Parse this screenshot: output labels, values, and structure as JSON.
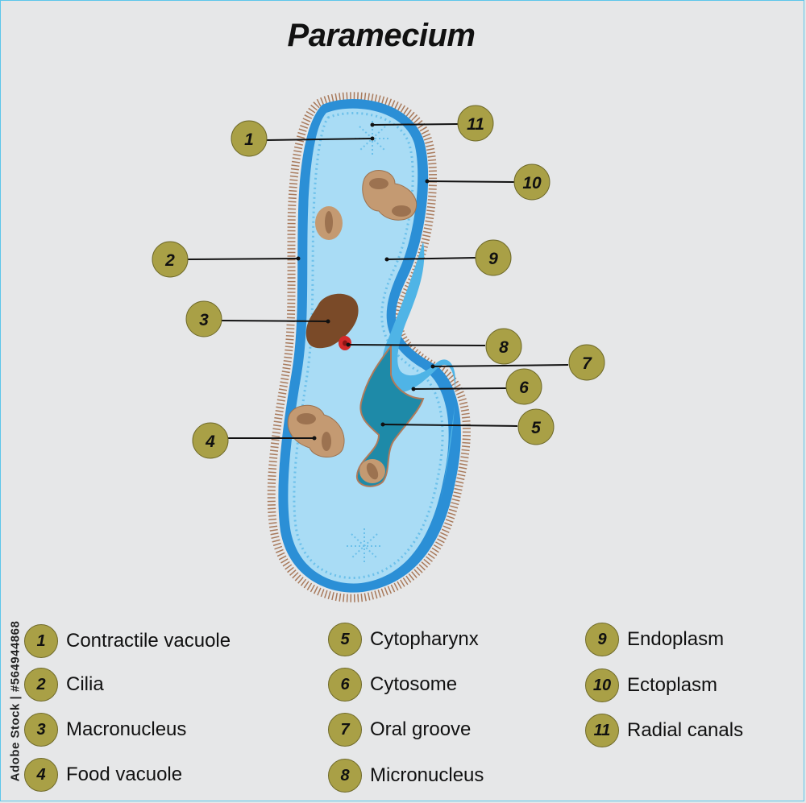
{
  "title": "Paramecium",
  "side_id": "Adobe Stock | #564944868",
  "colors": {
    "background": "#e6e7e8",
    "badge": "#a9a046",
    "ectoplasm": "#2b8fd6",
    "endoplasm": "#a9dcf5",
    "cytopharynx": "#1e8aa8",
    "food_vacuole": "#c49a72",
    "macronucleus": "#7a4a28",
    "micronucleus": "#d42a2a"
  },
  "callouts": [
    {
      "num": "1"
    },
    {
      "num": "2"
    },
    {
      "num": "3"
    },
    {
      "num": "4"
    },
    {
      "num": "5"
    },
    {
      "num": "6"
    },
    {
      "num": "7"
    },
    {
      "num": "8"
    },
    {
      "num": "9"
    },
    {
      "num": "10"
    },
    {
      "num": "11"
    }
  ],
  "legend": [
    {
      "num": "1",
      "label": "Contractile vacuole"
    },
    {
      "num": "2",
      "label": "Cilia"
    },
    {
      "num": "3",
      "label": "Macronucleus"
    },
    {
      "num": "4",
      "label": "Food vacuole"
    },
    {
      "num": "5",
      "label": "Cytopharynx"
    },
    {
      "num": "6",
      "label": "Cytosome"
    },
    {
      "num": "7",
      "label": "Oral groove"
    },
    {
      "num": "8",
      "label": "Micronucleus"
    },
    {
      "num": "9",
      "label": "Endoplasm"
    },
    {
      "num": "10",
      "label": "Ectoplasm"
    },
    {
      "num": "11",
      "label": "Radial canals"
    }
  ]
}
